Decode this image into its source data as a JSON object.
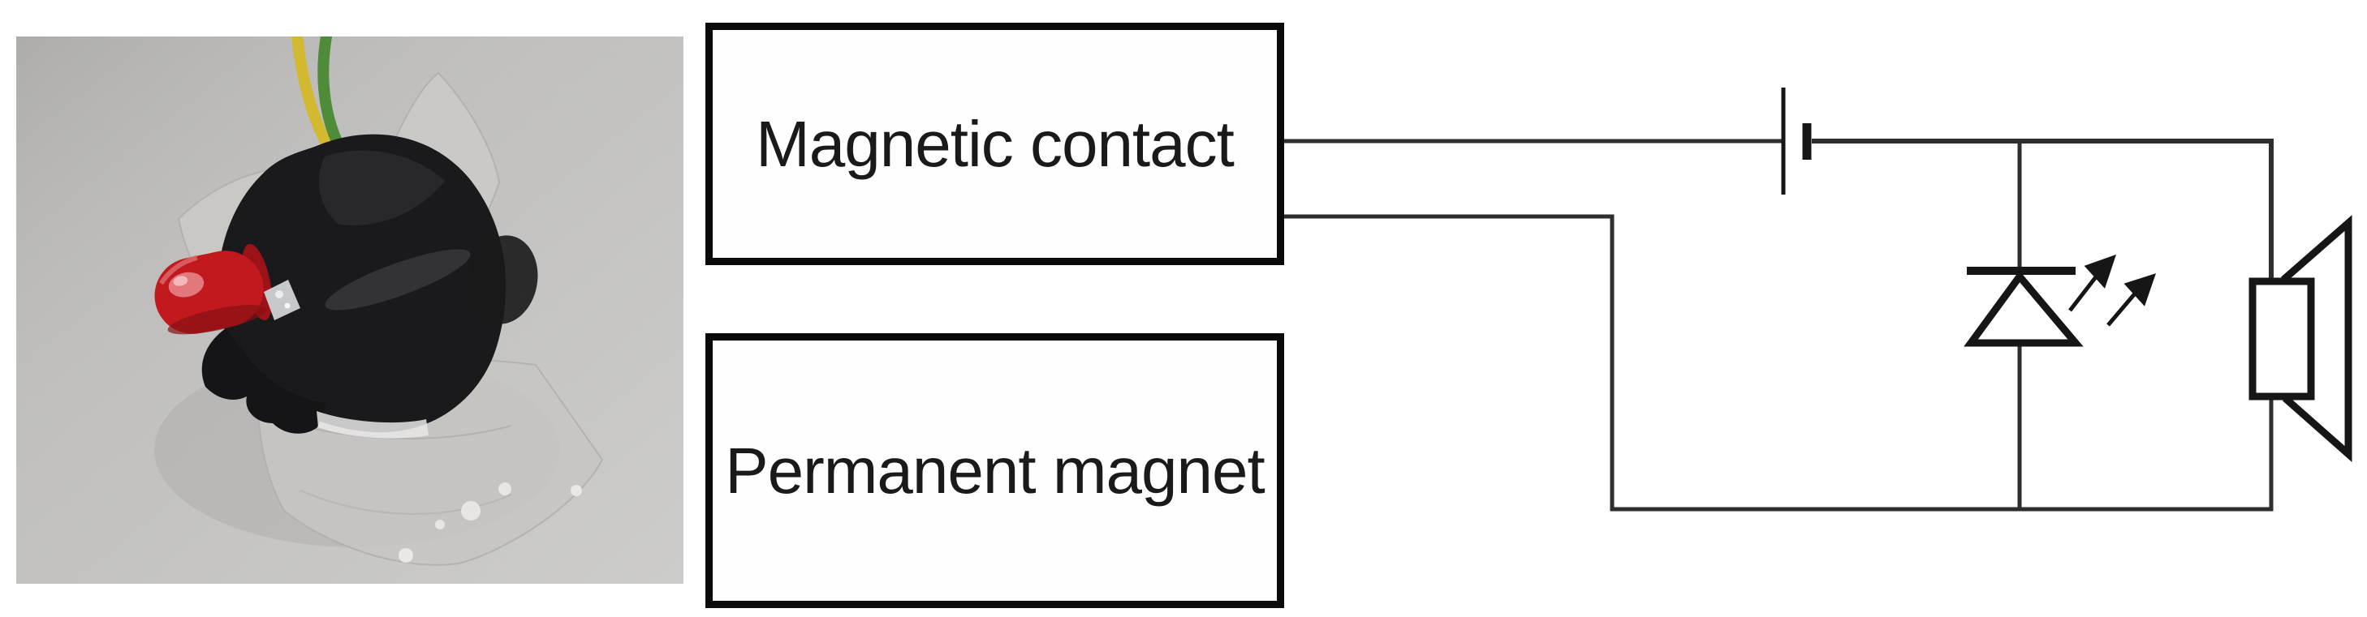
{
  "colors": {
    "page_background": "#ffffff",
    "wire": "#2e2e2e",
    "symbol": "#161616",
    "box_border": "#0a0a0a",
    "text": "#1a1a1a"
  },
  "diagram": {
    "boxes": [
      {
        "id": "magnetic-contact",
        "label": "Magnetic contact"
      },
      {
        "id": "permanent-magnet",
        "label": "Permanent magnet"
      }
    ],
    "components": [
      {
        "id": "battery",
        "symbol": "battery-cell"
      },
      {
        "id": "led",
        "symbol": "light-emitting-diode"
      },
      {
        "id": "speaker",
        "symbol": "loudspeaker"
      }
    ]
  },
  "photo": {
    "description": "Prototype magnetic contact with red LED, wrapped in clear plastic tape on styrofoam, yellow-green twisted wire at top",
    "colors": {
      "background": "#c0bfbd",
      "object": "#1a1a1c",
      "plastic": "#cac9c5",
      "led": "#c2191f",
      "wire_yellow": "#d2b92f",
      "wire_green": "#4f8c3a"
    }
  }
}
